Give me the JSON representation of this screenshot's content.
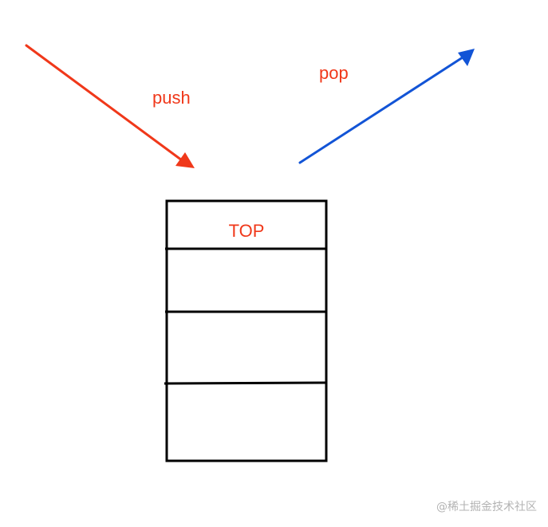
{
  "diagram": {
    "push_label": "push",
    "pop_label": "pop",
    "top_label": "TOP",
    "colors": {
      "push": "#f0381a",
      "pop": "#1254d6",
      "stack": "#000000",
      "text": "#f0381a"
    }
  },
  "watermark": {
    "text": "@稀土掘金技术社区"
  }
}
